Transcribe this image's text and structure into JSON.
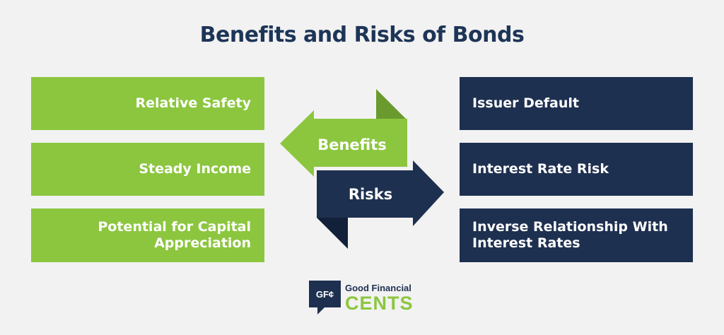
{
  "title": "Benefits and Risks of Bonds",
  "benefits": [
    {
      "label": "Relative Safety"
    },
    {
      "label": "Steady Income"
    },
    {
      "label": "Potential for Capital Appreciation"
    }
  ],
  "risks": [
    {
      "label": "Issuer Default"
    },
    {
      "label": "Interest Rate Risk"
    },
    {
      "label": "Inverse Relationship With Interest Rates"
    }
  ],
  "arrows": {
    "benefits_label": "Benefits",
    "risks_label": "Risks"
  },
  "logo": {
    "badge_text": "GF¢",
    "line1": "Good Financial",
    "line2": "CENTS"
  },
  "colors": {
    "green": "#8cc63f",
    "green_dark": "#6a9a2e",
    "navy": "#1e3050",
    "navy_dark": "#12203a",
    "title": "#1d3557",
    "background": "#f2f2f2"
  }
}
